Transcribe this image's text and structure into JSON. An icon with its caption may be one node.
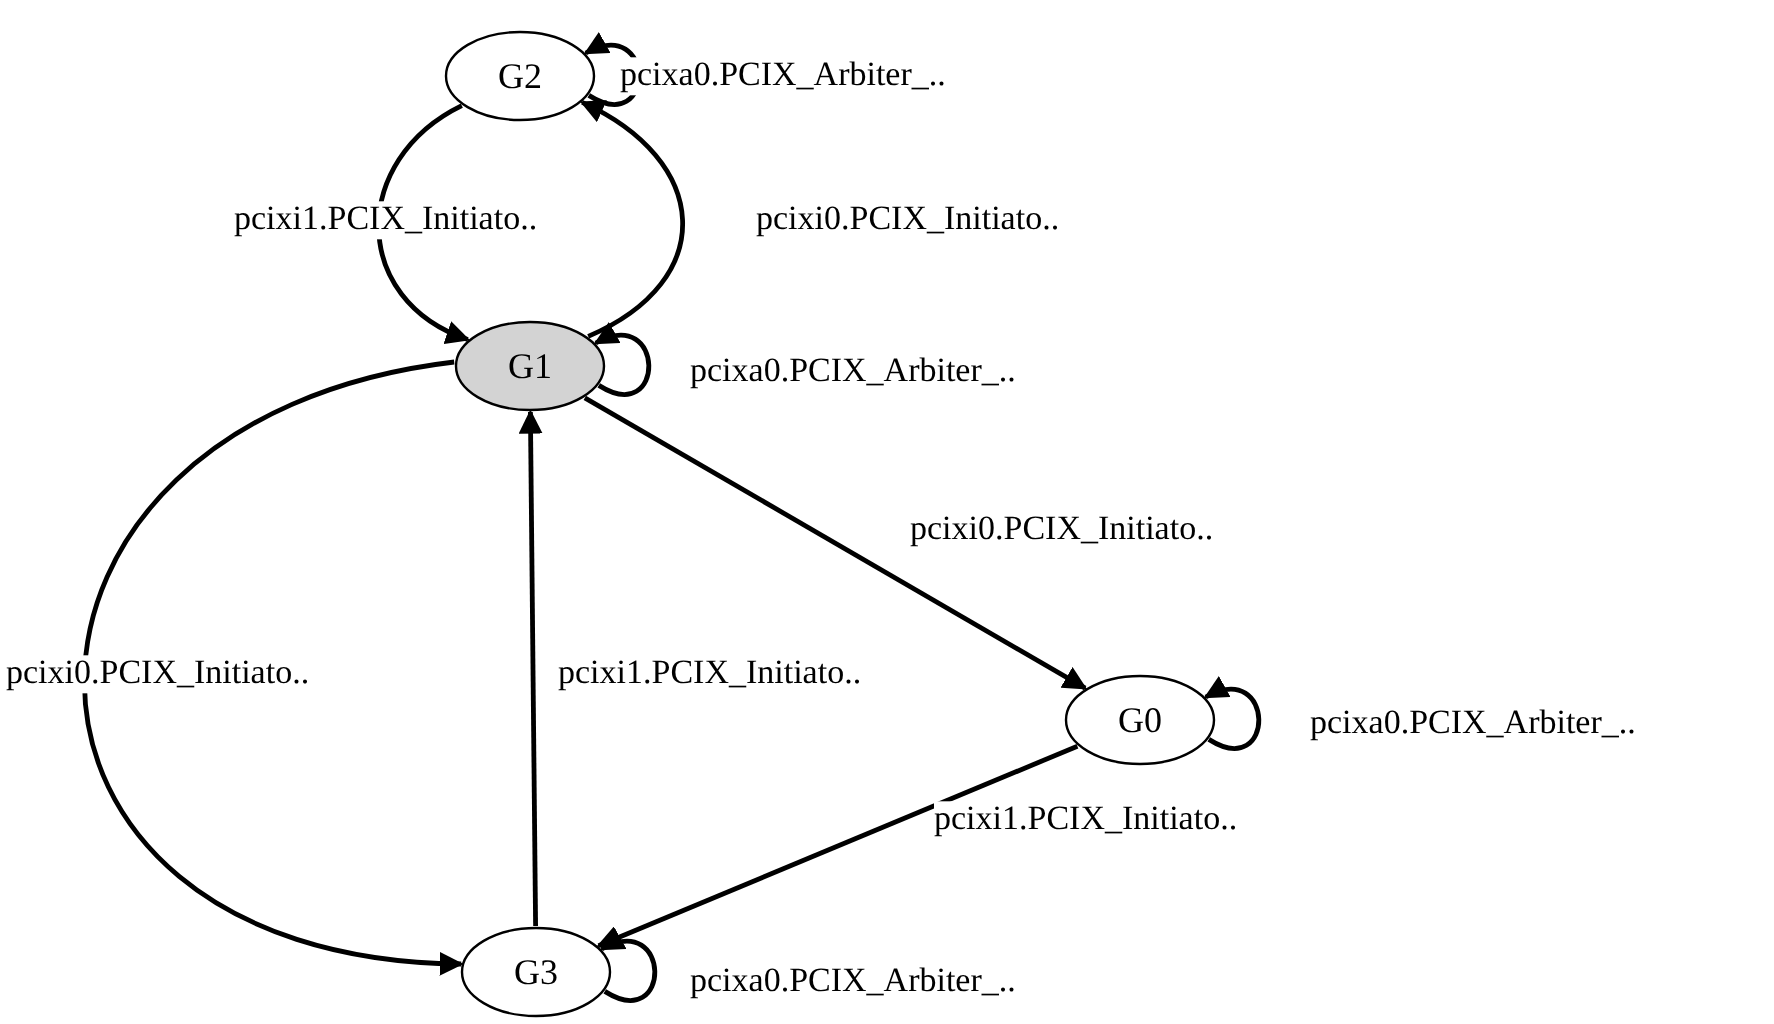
{
  "diagram": {
    "nodes": [
      {
        "text": [
          "G2"
        ]
      },
      {
        "text": [
          "G1"
        ]
      },
      {
        "text": [
          "G0"
        ]
      },
      {
        "text": [
          "G3"
        ]
      }
    ],
    "edges": [
      {
        "from": 0,
        "to": 0,
        "arrow": "to",
        "label": "pcixa0.PCIX_Arbiter_.."
      },
      {
        "from": 0,
        "to": 1,
        "arrow": "to",
        "label": "pcixi1.PCIX_Initiato.."
      },
      {
        "from": 1,
        "to": 0,
        "arrow": "to",
        "label": "pcixi0.PCIX_Initiato.."
      },
      {
        "from": 1,
        "to": 1,
        "arrow": "to",
        "label": "pcixa0.PCIX_Arbiter_.."
      },
      {
        "from": 1,
        "to": 2,
        "arrow": "to",
        "label": "pcixi0.PCIX_Initiato.."
      },
      {
        "from": 1,
        "to": 3,
        "arrow": "to",
        "label": "pcixi0.PCIX_Initiato.."
      },
      {
        "from": 3,
        "to": 1,
        "arrow": "to",
        "label": "pcixi1.PCIX_Initiato.."
      },
      {
        "from": 2,
        "to": 2,
        "arrow": "to",
        "label": "pcixa0.PCIX_Arbiter_.."
      },
      {
        "from": 2,
        "to": 3,
        "arrow": "to",
        "label": "pcixi1.PCIX_Initiato.."
      },
      {
        "from": 3,
        "to": 3,
        "arrow": "to",
        "label": "pcixa0.PCIX_Arbiter_.."
      }
    ]
  }
}
